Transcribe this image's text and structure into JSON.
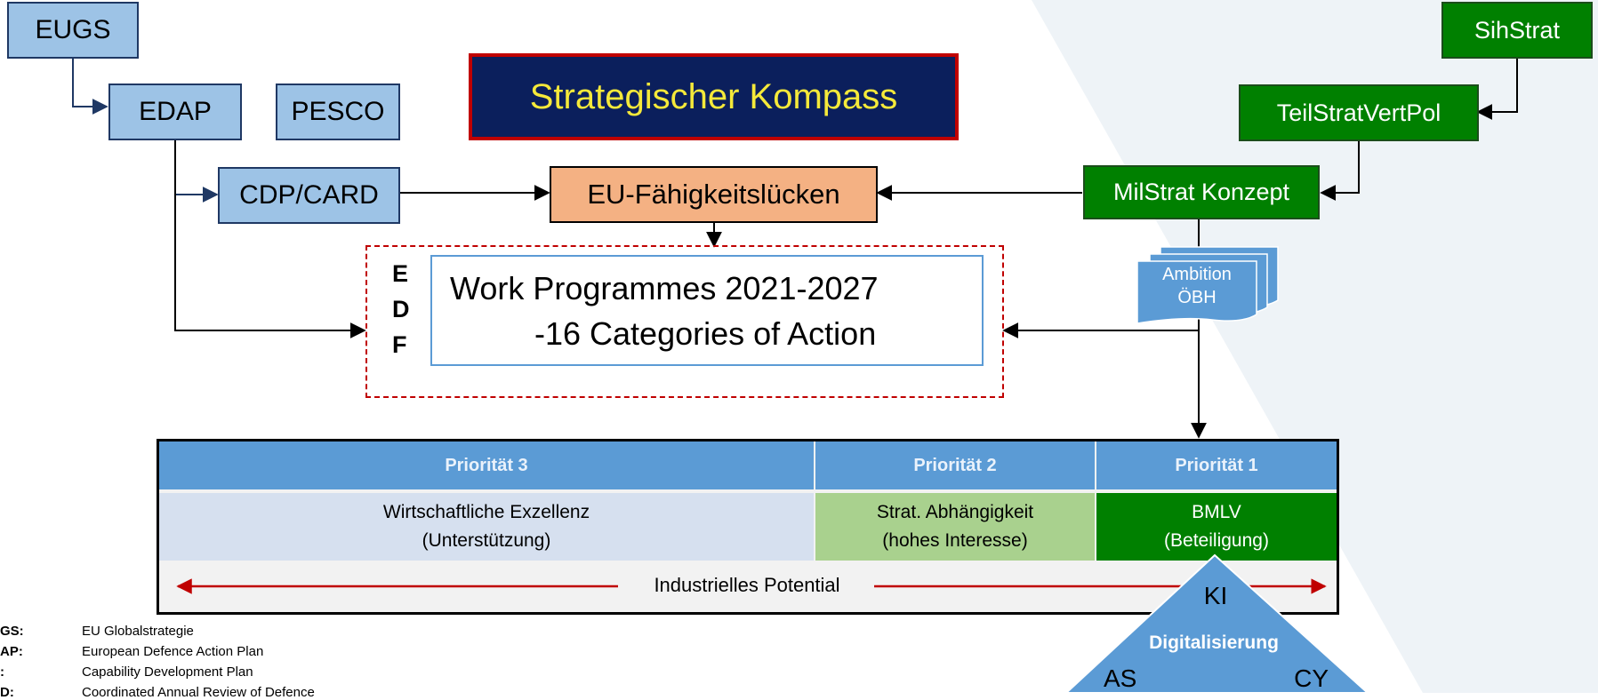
{
  "colors": {
    "box_blue": "#9dc3e6",
    "box_green": "#008000",
    "kompass_bg": "#0b1f5c",
    "kompass_border": "#c00000",
    "kompass_text": "#f5e93a",
    "gap_orange": "#f4b183",
    "edf_dashed": "#c00000",
    "priority_header": "#5b9bd5",
    "cell_p3": "#d6e0ef",
    "cell_p2": "#a9d18e",
    "cell_p1": "#008000",
    "arrow_red": "#c00000",
    "triangle": "#5b9bd5"
  },
  "boxes": {
    "eugs": "EUGS",
    "edap": "EDAP",
    "pesco": "PESCO",
    "cdp_card": "CDP/CARD",
    "kompass": "Strategischer Kompass",
    "gaps": "EU-Fähigkeitslücken",
    "sihstrat": "SihStrat",
    "teilstrat": "TeilStratVertPol",
    "milstrat": "MilStrat Konzept",
    "ambition_line1": "Ambition",
    "ambition_line2": "ÖBH"
  },
  "edf": {
    "letters": [
      "E",
      "D",
      "F"
    ],
    "line1": "Work Programmes 2021-2027",
    "line2": "-16 Categories of Action"
  },
  "priorities": {
    "headers": [
      "Priorität 3",
      "Priorität 2",
      "Priorität 1"
    ],
    "p3_line1": "Wirtschaftliche Exzellenz",
    "p3_line2": "(Unterstützung)",
    "p2_line1": "Strat. Abhängigkeit",
    "p2_line2": "(hohes Interesse)",
    "p1_line1": "BMLV",
    "p1_line2": "(Beteiligung)",
    "potential": "Industrielles Potential"
  },
  "triangle": {
    "top": "KI",
    "center": "Digitalisierung",
    "left": "AS",
    "right": "CY"
  },
  "legend": [
    {
      "term": "GS:",
      "desc": "EU Globalstrategie"
    },
    {
      "term": "AP:",
      "desc": "European Defence Action Plan"
    },
    {
      "term": ":",
      "desc": "Capability Development Plan"
    },
    {
      "term": "D:",
      "desc": "Coordinated Annual Review of Defence"
    }
  ]
}
